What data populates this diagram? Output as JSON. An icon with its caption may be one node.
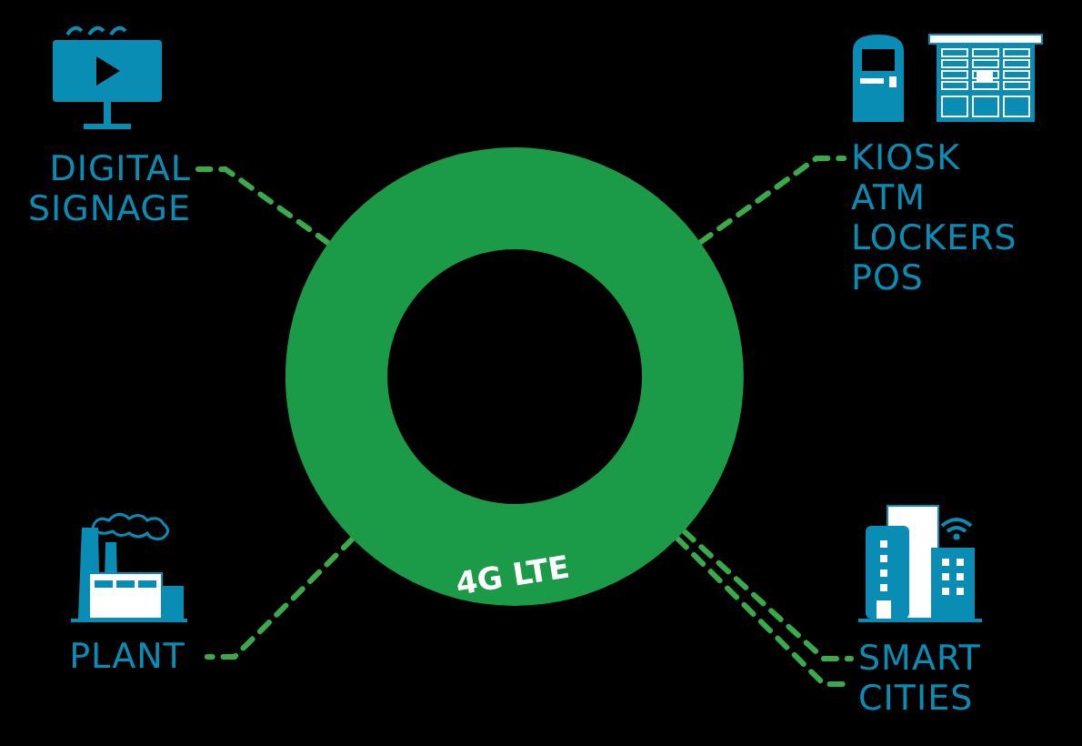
{
  "diagram": {
    "nodes": [
      {
        "text": [
          "4G LTE"
        ]
      },
      {
        "text": [
          "DIGITAL SIGNAGE"
        ]
      },
      {
        "text": [
          "KIOSK",
          "ATM",
          "LOCKERS",
          "POS"
        ]
      },
      {
        "text": [
          "PLANT"
        ]
      },
      {
        "text": [
          "SMART CITIES"
        ]
      }
    ],
    "edges": [
      {
        "from": 0,
        "to": 1,
        "arrow": "none",
        "style": "dashed"
      },
      {
        "from": 0,
        "to": 2,
        "arrow": "none",
        "style": "dashed"
      },
      {
        "from": 0,
        "to": 3,
        "arrow": "none",
        "style": "dashed"
      },
      {
        "from": 0,
        "to": 4,
        "arrow": "none",
        "style": "dashed"
      },
      {
        "from": 0,
        "to": 4,
        "arrow": "none",
        "style": "dashed"
      }
    ]
  }
}
